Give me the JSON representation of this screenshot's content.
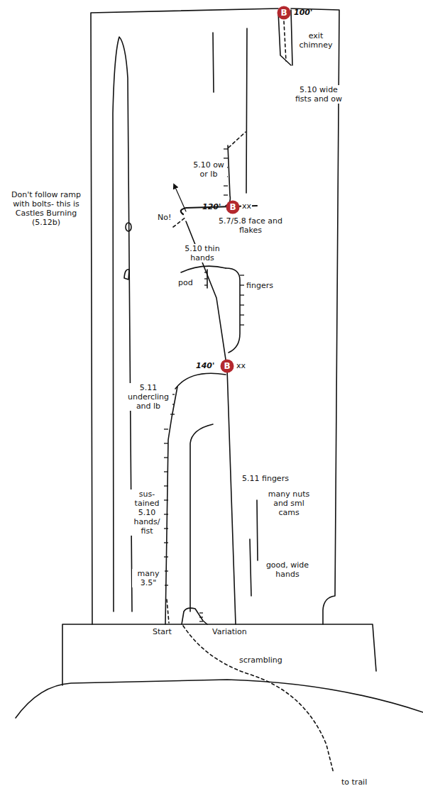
{
  "diagram": {
    "nodes": [
      {
        "text": [
          "B"
        ]
      },
      {
        "text": [
          "B"
        ]
      },
      {
        "text": [
          "B"
        ]
      }
    ],
    "labels": [
      "100'",
      "exit chimney",
      "5.10 wide fists and ow",
      "5.10 ow or lb",
      "Don't follow ramp with bolts- this is Castles Burning (5.12b)",
      "120'",
      "xx",
      "No!",
      "5.7/5.8 face and flakes",
      "5.10 thin hands",
      "pod",
      "fingers",
      "140'",
      "xx",
      "5.11 undercling and lb",
      "5.11 fingers",
      "many nuts and sml cams",
      "sus- tained 5.10 hands/ fist",
      "good, wide hands",
      "many 3.5\"",
      "Start",
      "Variation",
      "scrambling",
      "to trail"
    ]
  }
}
